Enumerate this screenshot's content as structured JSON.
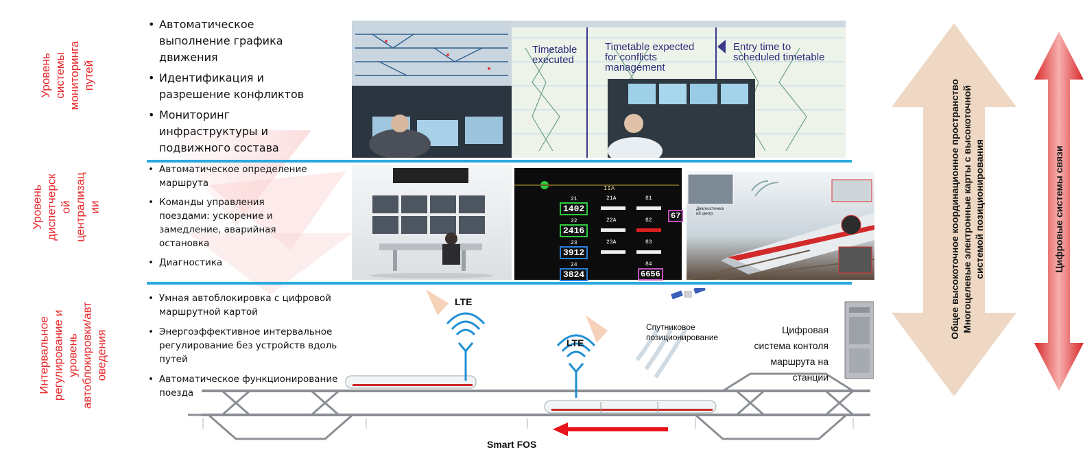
{
  "levels": [
    {
      "label": "Уровень\nсистемы\nмониторинга\nпутей"
    },
    {
      "label": "Уровень\nдиспетчерск\nой\nцентрализац\nии"
    },
    {
      "label": "Интервальное\nрегулирование и\nуровень\nавтоблокировки/авт\nоведения"
    }
  ],
  "monitoring_items": [
    "Автоматическое\nвыполнение графика\nдвижения",
    "Идентификация и\nразрешение конфликтов",
    "Мониторинг\nинфраструктуры и\nподвижного состава"
  ],
  "dispatch_items": [
    "Автоматическое определение\nмаршрута",
    "Команды управления\nпоездами: ускорение и\nзамедление, аварийная\nостановка",
    "Диагностика"
  ],
  "interval_items": [
    "Умная автоблокировка с цифровой\nмаршрутной картой",
    "Энергоэффективное интервальное\nрегулирование без устройств вдоль\nпутей",
    "Автоматическое функционирование\nпоезда"
  ],
  "timetable_labels": {
    "executed": "Timetable\nexecuted",
    "expected": "Timetable expected\nfor conflicts\nmanagement",
    "entry": "Entry time to\nscheduled timetable"
  },
  "signal_board": {
    "rows": [
      {
        "num": "21",
        "code": "1402",
        "sub": "21A",
        "s": "81"
      },
      {
        "num": "22",
        "code": "2416",
        "sub": "22A",
        "s": "82"
      },
      {
        "num": "23",
        "code": "3912",
        "sub": "23A",
        "s": "83"
      },
      {
        "num": "24",
        "code": "3824",
        "sub": "",
        "s": "84"
      }
    ],
    "top": "IIA",
    "side_code": "67",
    "bottom_right": "6656"
  },
  "diag_center_label": "Диагностическ\nий центр",
  "lte_left": "LTE",
  "lte_right": "LTE",
  "satellite_label": "Спутниковое\nпозиционирование",
  "station_label": "Цифровая\nсистема контоля\nмаршрута на\nстанции",
  "smart_fos": "Smart FOS",
  "right_arrow_beige": "Общее высокоточное координационное пространство\nМногоцелевые электронные карты с высокоточной\nсистемой позиционирования",
  "right_arrow_red": "Цифровые системы связи",
  "colors": {
    "level_text": "#e8282b",
    "divider": "#2aa8e0",
    "beige_arrow": "#eed8c4",
    "red_arrow": "#d9292b",
    "smart_fos_arrow": "#e8141b",
    "lte_blue": "#1f8fd6"
  }
}
